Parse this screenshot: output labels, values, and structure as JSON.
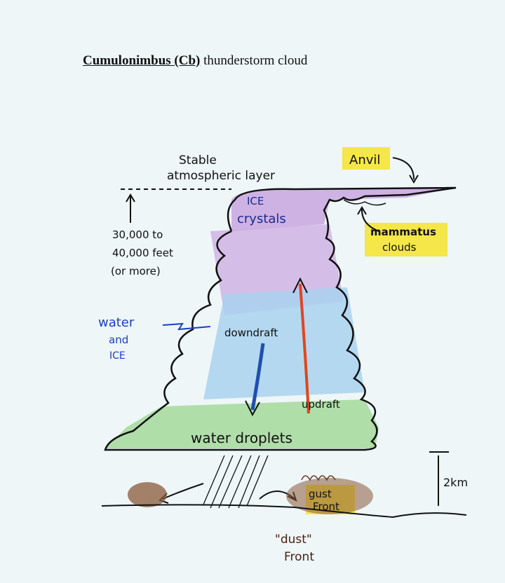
{
  "title": {
    "bold": "Cumulonimbus (Cb)",
    "rest": " thunderstorm cloud"
  },
  "labels": {
    "stable_1": "Stable",
    "stable_2": "atmospheric layer",
    "anvil": "Anvil",
    "ice_1": "ICE",
    "ice_2": "crystals",
    "mammatus_1": "mammatus",
    "mammatus_2": "clouds",
    "height_1": "30,000 to",
    "height_2": "40,000 feet",
    "height_3": "(or more)",
    "water_1": "water",
    "water_2": "and",
    "water_3": "ICE",
    "downdraft": "downdraft",
    "updraft": "updraft",
    "droplets": "water droplets",
    "base_height": "2km",
    "gust_1": "gust",
    "gust_2": "Front",
    "dust_1": "\"dust\"",
    "dust_2": "Front"
  },
  "colors": {
    "ice": "#c9a6e0",
    "water_ice": "#a9d2ef",
    "droplets": "#a8dca0",
    "highlight": "#f5e64a",
    "updraft": "#e0461e",
    "downdraft": "#1f4fb0",
    "dust": "#8a5a3a",
    "water_label": "#1a3fc0"
  }
}
